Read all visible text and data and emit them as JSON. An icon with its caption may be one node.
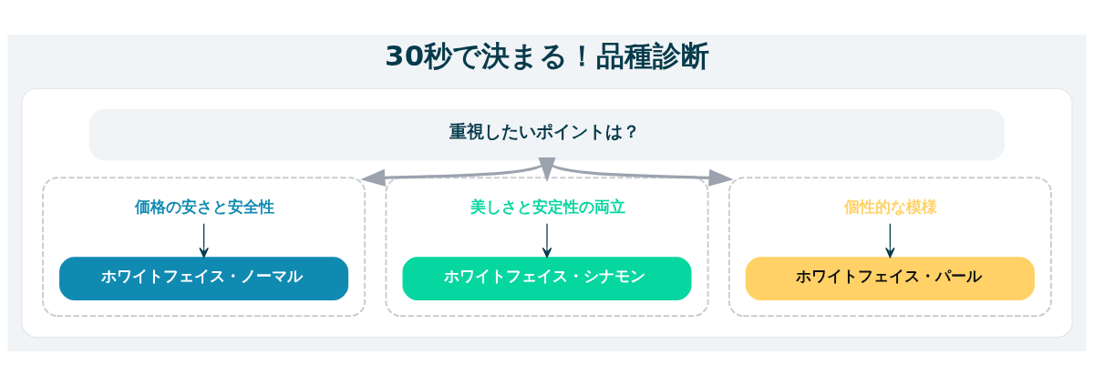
{
  "diagram": {
    "title": "30秒で決まる！品種診断",
    "nodes": [
      {
        "text": [],
        "shape": "box"
      },
      {
        "text": [
          "重視したいポイントは？"
        ],
        "in": 0
      },
      {
        "text": [],
        "shape": "box",
        "in": 0
      },
      {
        "text": [
          "価格の安さと安全性"
        ],
        "in": 2
      },
      {
        "text": [
          "ホワイトフェイス・ノーマル"
        ],
        "in": 2
      },
      {
        "text": [],
        "shape": "box",
        "in": 0
      },
      {
        "text": [
          "美しさと安定性の両立"
        ],
        "in": 5
      },
      {
        "text": [
          "ホワイトフェイス・シナモン"
        ],
        "in": 5
      },
      {
        "text": [],
        "shape": "box",
        "in": 0
      },
      {
        "text": [
          "個性的な模様"
        ],
        "in": 8
      },
      {
        "text": [
          "ホワイトフェイス・パール"
        ],
        "in": 8
      }
    ],
    "edges": [
      {
        "from": 1,
        "to": 2,
        "arrow": "to",
        "style": "thick",
        "color": "#9ca3af"
      },
      {
        "from": 1,
        "to": 5,
        "arrow": "to",
        "style": "thick",
        "color": "#9ca3af"
      },
      {
        "from": 1,
        "to": 8,
        "arrow": "to",
        "style": "thick",
        "color": "#9ca3af"
      },
      {
        "from": 3,
        "to": 4,
        "arrow": "to",
        "color": "#073b4c"
      },
      {
        "from": 6,
        "to": 7,
        "arrow": "to",
        "color": "#073b4c"
      },
      {
        "from": 9,
        "to": 10,
        "arrow": "to",
        "color": "#073b4c"
      }
    ]
  }
}
